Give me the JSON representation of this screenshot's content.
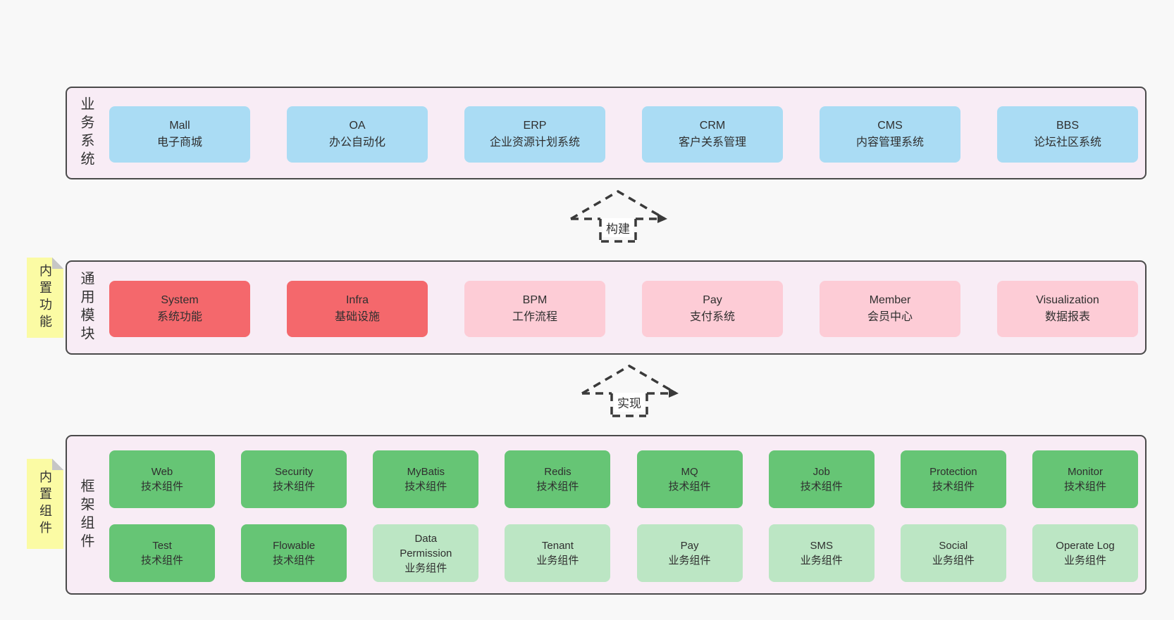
{
  "colors": {
    "page_bg": "#f8f8f8",
    "container_bg": "#f8ecf5",
    "container_border": "#4a4a4a",
    "blue_box": "#aadcf4",
    "red_box": "#f4686c",
    "pink_box": "#fdccd6",
    "green_dark_box": "#66c575",
    "green_light_box": "#bce6c4",
    "note_bg": "#fbfba4",
    "text": "#333333"
  },
  "arrows": [
    {
      "label": "构建"
    },
    {
      "label": "实现"
    }
  ],
  "layers": {
    "business": {
      "label": "业务系统",
      "boxes": [
        {
          "title": "Mall",
          "subtitle": "电子商城"
        },
        {
          "title": "OA",
          "subtitle": "办公自动化"
        },
        {
          "title": "ERP",
          "subtitle": "企业资源计划系统"
        },
        {
          "title": "CRM",
          "subtitle": "客户关系管理"
        },
        {
          "title": "CMS",
          "subtitle": "内容管理系统"
        },
        {
          "title": "BBS",
          "subtitle": "论坛社区系统"
        }
      ]
    },
    "modules": {
      "label": "通用模块",
      "note": "内置功能",
      "boxes": [
        {
          "title": "System",
          "subtitle": "系统功能"
        },
        {
          "title": "Infra",
          "subtitle": "基础设施"
        },
        {
          "title": "BPM",
          "subtitle": "工作流程"
        },
        {
          "title": "Pay",
          "subtitle": "支付系统"
        },
        {
          "title": "Member",
          "subtitle": "会员中心"
        },
        {
          "title": "Visualization",
          "subtitle": "数据报表"
        }
      ]
    },
    "components": {
      "label": "框架组件",
      "note": "内置组件",
      "row1": [
        {
          "title": "Web",
          "subtitle": "技术组件"
        },
        {
          "title": "Security",
          "subtitle": "技术组件"
        },
        {
          "title": "MyBatis",
          "subtitle": "技术组件"
        },
        {
          "title": "Redis",
          "subtitle": "技术组件"
        },
        {
          "title": "MQ",
          "subtitle": "技术组件"
        },
        {
          "title": "Job",
          "subtitle": "技术组件"
        },
        {
          "title": "Protection",
          "subtitle": "技术组件"
        },
        {
          "title": "Monitor",
          "subtitle": "技术组件"
        }
      ],
      "row2": [
        {
          "title": "Test",
          "subtitle": "技术组件"
        },
        {
          "title": "Flowable",
          "subtitle": "技术组件"
        },
        {
          "title": "Data\nPermission",
          "subtitle": "业务组件"
        },
        {
          "title": "Tenant",
          "subtitle": "业务组件"
        },
        {
          "title": "Pay",
          "subtitle": "业务组件"
        },
        {
          "title": "SMS",
          "subtitle": "业务组件"
        },
        {
          "title": "Social",
          "subtitle": "业务组件"
        },
        {
          "title": "Operate Log",
          "subtitle": "业务组件"
        }
      ]
    }
  }
}
